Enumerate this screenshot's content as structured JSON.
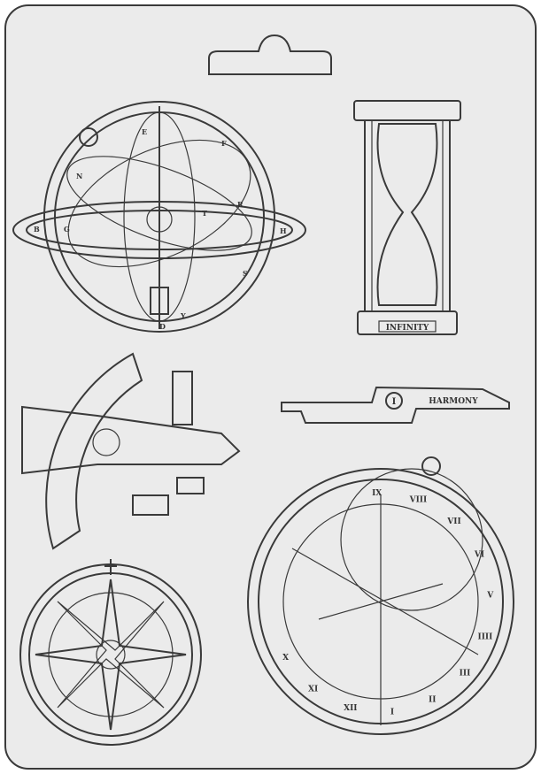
{
  "mould": {
    "background_color": "#ebebeb",
    "line_color": "#3a3a3a",
    "hourglass_label": "INFINITY",
    "ruler_label": "HARMONY",
    "ruler_dial_numeral": "I",
    "sphere_letters": [
      "E",
      "F",
      "N",
      "B",
      "G",
      "T",
      "R",
      "H",
      "D",
      "Y",
      "S"
    ],
    "astrolabe_numerals": [
      "X",
      "XI",
      "XII",
      "I",
      "II",
      "III",
      "IIII",
      "V",
      "VI",
      "VII",
      "VIII",
      "IX"
    ]
  }
}
